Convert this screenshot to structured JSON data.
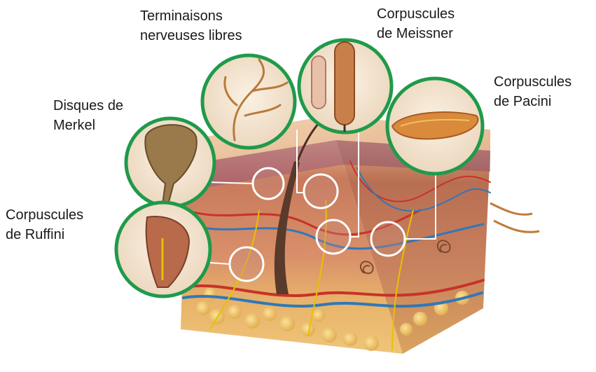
{
  "labels": {
    "free_nerve_endings": {
      "line1": "Terminaisons",
      "line2": "nerveuses libres"
    },
    "meissner": {
      "line1": "Corpuscules",
      "line2": "de Meissner"
    },
    "pacini": {
      "line1": "Corpuscules",
      "line2": "de Pacini"
    },
    "merkel": {
      "line1": "Disques de",
      "line2": "Merkel"
    },
    "ruffini": {
      "line1": "Corpuscules",
      "line2": "de Ruffini"
    }
  },
  "colors": {
    "callout_ring": "#1f9a4a",
    "epidermis": "#e8b88a",
    "dermis": "#d98a5a",
    "dermis_dark": "#b85a3a",
    "fat": "#f2c86a",
    "vessel_red": "#c8322a",
    "vessel_blue": "#2f78b8",
    "nerve": "#e6c200",
    "connector": "#ffffff"
  }
}
